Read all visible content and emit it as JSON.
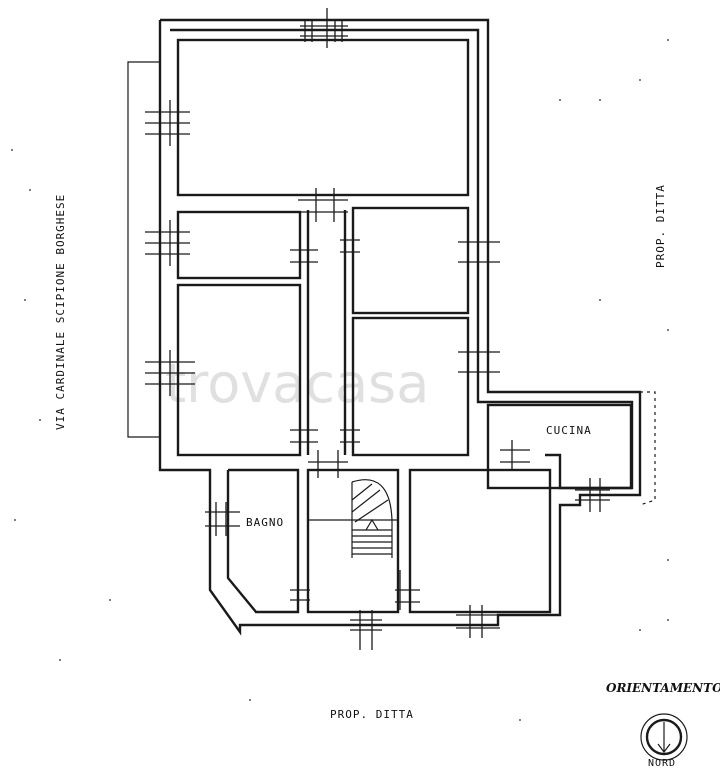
{
  "labels": {
    "street": "VIA CARDINALE SCIPIONE BORGHESE",
    "prop_right": "PROP. DITTA",
    "prop_bottom": "PROP. DITTA",
    "kitchen": "CUCINA",
    "bathroom": "BAGNO",
    "orientation": "ORIENTAMENTO",
    "north": "NORD"
  },
  "watermark": "trovacasa"
}
